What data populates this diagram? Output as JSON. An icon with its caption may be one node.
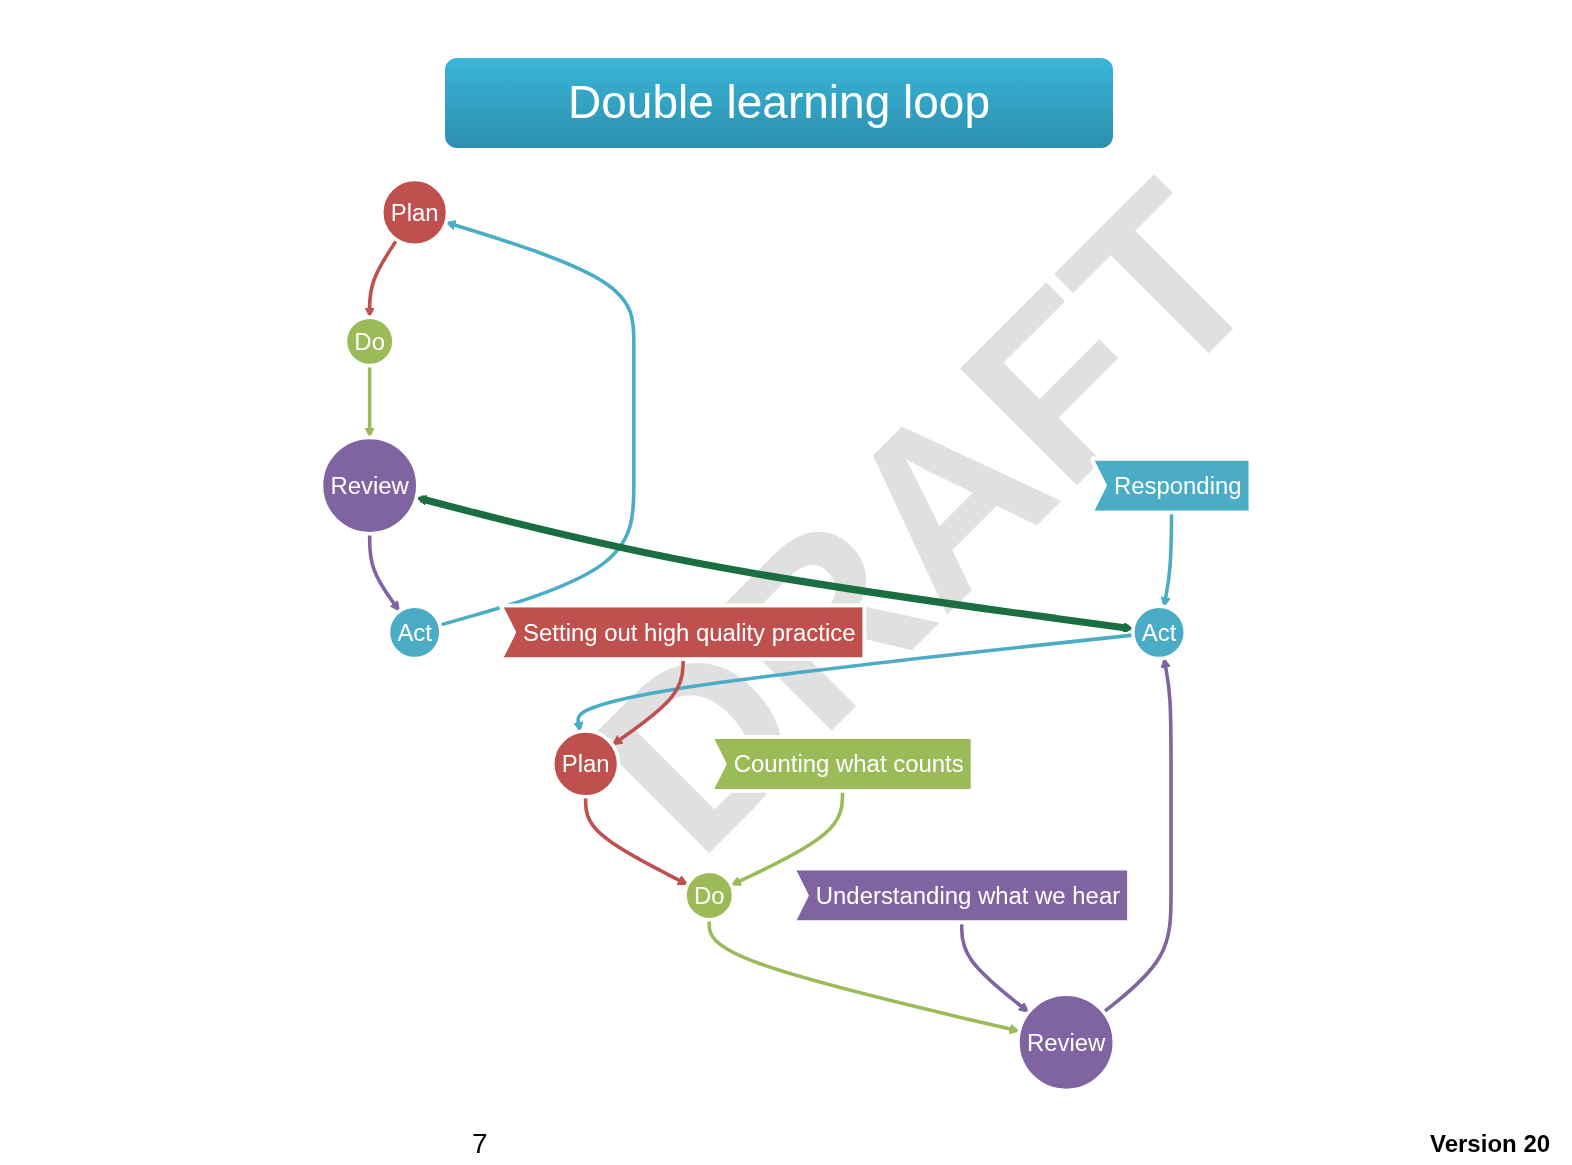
{
  "diagram": {
    "title": "Double learning loop",
    "nodes": [
      {
        "text": [
          "Plan"
        ]
      },
      {
        "text": [
          "Do"
        ]
      },
      {
        "text": [
          "Review"
        ]
      },
      {
        "text": [
          "Act"
        ]
      },
      {
        "text": [
          "Plan"
        ]
      },
      {
        "text": [
          "Setting out high quality practice"
        ]
      },
      {
        "text": [
          "Responding"
        ]
      },
      {
        "text": [
          "Act"
        ]
      },
      {
        "text": [
          "Do"
        ]
      },
      {
        "text": [
          "Counting what counts"
        ]
      },
      {
        "text": [
          "Review"
        ]
      },
      {
        "text": [
          "Understanding what we hear"
        ]
      }
    ],
    "edges": [
      {
        "from": 0,
        "to": 1,
        "arrow": "to",
        "color": "#c0504d"
      },
      {
        "from": 1,
        "to": 2,
        "arrow": "to",
        "color": "#9bbb59"
      },
      {
        "from": 2,
        "to": 3,
        "arrow": "to",
        "color": "#8064a2"
      },
      {
        "from": 3,
        "to": 0,
        "arrow": "to",
        "color": "#4bacc6"
      },
      {
        "from": 2,
        "to": 7,
        "arrow": "both",
        "style": "thick",
        "color": "#1a6e3f"
      },
      {
        "from": 4,
        "to": 8,
        "arrow": "to",
        "color": "#c0504d"
      },
      {
        "from": 8,
        "to": 10,
        "arrow": "to",
        "color": "#9bbb59"
      },
      {
        "from": 10,
        "to": 7,
        "arrow": "to",
        "color": "#8064a2"
      },
      {
        "from": 7,
        "to": 4,
        "arrow": "to",
        "color": "#4bacc6"
      },
      {
        "from": 5,
        "to": 4,
        "arrow": "to",
        "color": "#c0504d"
      },
      {
        "from": 6,
        "to": 7,
        "arrow": "to",
        "color": "#4bacc6"
      },
      {
        "from": 9,
        "to": 8,
        "arrow": "to",
        "color": "#9bbb59"
      },
      {
        "from": 11,
        "to": 10,
        "arrow": "to",
        "color": "#8064a2"
      }
    ],
    "labels": [
      "DRAFT",
      "7",
      "Version 20"
    ]
  }
}
